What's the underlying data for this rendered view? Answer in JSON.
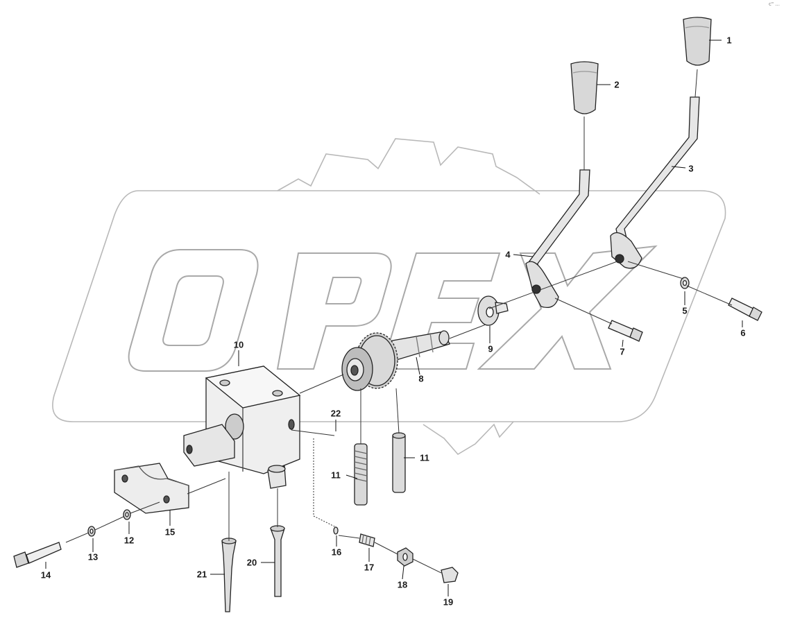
{
  "diagram": {
    "corner_mark": "c\" ...",
    "watermark_text": "OPEX",
    "parts": [
      {
        "id": "p1",
        "number": "1"
      },
      {
        "id": "p2",
        "number": "2"
      },
      {
        "id": "p3",
        "number": "3"
      },
      {
        "id": "p4",
        "number": "4"
      },
      {
        "id": "p5",
        "number": "5"
      },
      {
        "id": "p6",
        "number": "6"
      },
      {
        "id": "p7",
        "number": "7"
      },
      {
        "id": "p8",
        "number": "8"
      },
      {
        "id": "p9",
        "number": "9"
      },
      {
        "id": "p10",
        "number": "10"
      },
      {
        "id": "p11a",
        "number": "11"
      },
      {
        "id": "p11b",
        "number": "11"
      },
      {
        "id": "p12",
        "number": "12"
      },
      {
        "id": "p13",
        "number": "13"
      },
      {
        "id": "p14",
        "number": "14"
      },
      {
        "id": "p15",
        "number": "15"
      },
      {
        "id": "p16",
        "number": "16"
      },
      {
        "id": "p17",
        "number": "17"
      },
      {
        "id": "p18",
        "number": "18"
      },
      {
        "id": "p19",
        "number": "19"
      },
      {
        "id": "p20",
        "number": "20"
      },
      {
        "id": "p21",
        "number": "21"
      },
      {
        "id": "p22",
        "number": "22"
      }
    ]
  }
}
